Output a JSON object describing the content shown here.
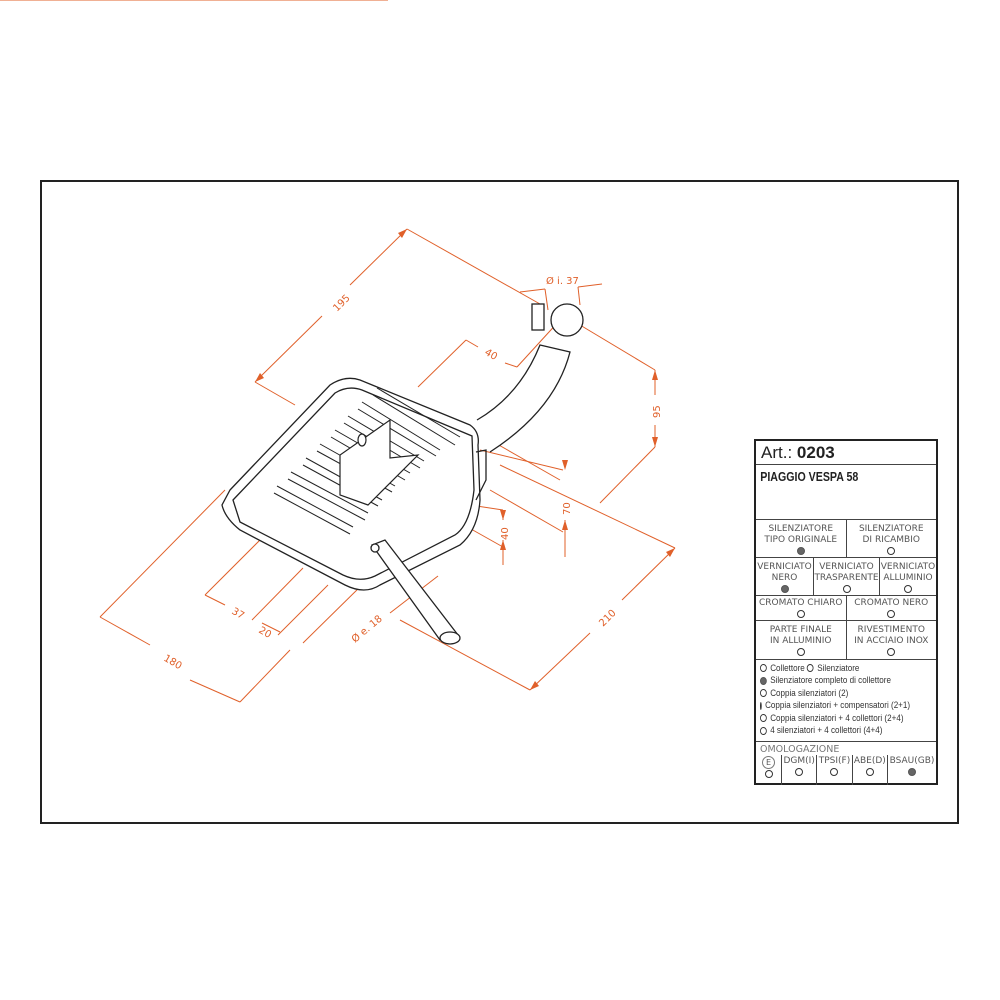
{
  "article": {
    "label": "Art.:",
    "number": "0203"
  },
  "model": "PIAGGIO VESPA 58",
  "dimensions": {
    "d195": "195",
    "d_inner": "Ø i. 37",
    "d40_top": "40",
    "d95": "95",
    "d70": "70",
    "d40_mid": "40",
    "d210": "210",
    "d37": "37",
    "d20": "20",
    "d_outer": "Ø e. 18",
    "d180": "180"
  },
  "spec": {
    "type_row": [
      {
        "label": [
          "SILENZIATORE",
          "TIPO ORIGINALE"
        ],
        "selected": true
      },
      {
        "label": [
          "SILENZIATORE",
          "DI RICAMBIO"
        ],
        "selected": false
      }
    ],
    "paint_row": [
      {
        "label": [
          "VERNICIATO",
          "NERO"
        ],
        "selected": true
      },
      {
        "label": [
          "VERNICIATO",
          "TRASPARENTE"
        ],
        "selected": false
      },
      {
        "label": [
          "VERNICIATO",
          "ALLUMINIO"
        ],
        "selected": false
      }
    ],
    "chrome_row": [
      {
        "label": [
          "CROMATO CHIARO"
        ],
        "selected": false
      },
      {
        "label": [
          "CROMATO NERO"
        ],
        "selected": false
      }
    ],
    "finish_row": [
      {
        "label": [
          "PARTE FINALE",
          "IN ALLUMINIO"
        ],
        "selected": false
      },
      {
        "label": [
          "RIVESTIMENTO",
          "IN ACCIAIO INOX"
        ],
        "selected": false
      }
    ],
    "options": {
      "collettore": "Collettore",
      "silenziatore": "Silenziatore",
      "completo": "Silenziatore completo di collettore",
      "coppia": "Coppia silenziatori (2)",
      "coppia_comp": "Coppia silenziatori + compensatori (2+1)",
      "coppia_coll": "Coppia silenziatori + 4 collettori (2+4)",
      "quattro": "4 silenziatori + 4 collettori (4+4)"
    },
    "omologazione": {
      "title": "OMOLOGAZIONE",
      "items": [
        {
          "label": "E",
          "selected": false
        },
        {
          "label": "DGM(I)",
          "selected": false
        },
        {
          "label": "TPSI(F)",
          "selected": false
        },
        {
          "label": "ABE(D)",
          "selected": false
        },
        {
          "label": "BSAU(GB)",
          "selected": true
        }
      ]
    }
  },
  "colors": {
    "dimension": "#e0602a",
    "outline": "#222222",
    "selected_dot": "#666666"
  }
}
